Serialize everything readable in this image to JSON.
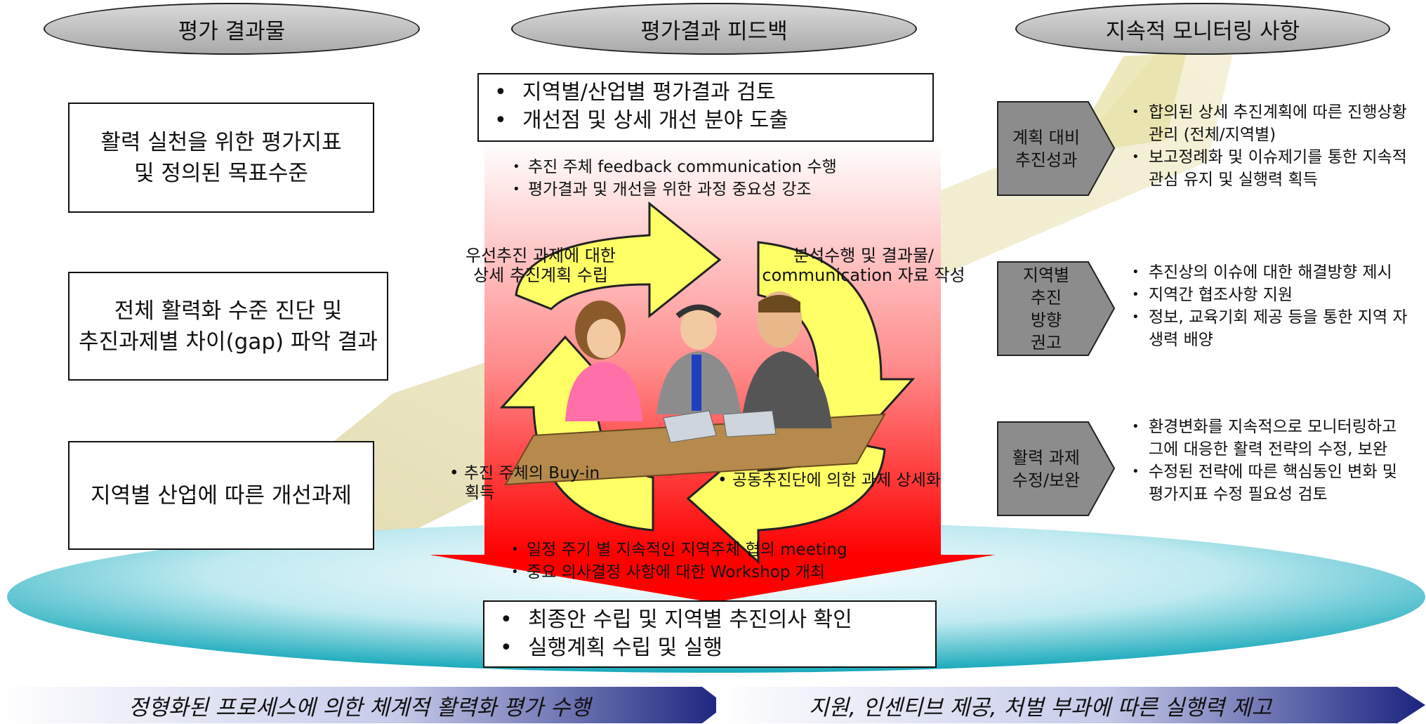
{
  "headers": {
    "left": "평가 결과물",
    "center": "평가결과 피드백",
    "right": "지속적 모니터링 사항"
  },
  "left_boxes": [
    {
      "line1": "활력 실천을 위한 평가지표",
      "line2": "및 정의된 목표수준"
    },
    {
      "line1": "전체 활력화 수준 진단 및",
      "line2": "추진과제별 차이(gap) 파악 결과"
    },
    {
      "line1": "지역별 산업에 따른 개선과제",
      "line2": ""
    }
  ],
  "center_top_box": [
    "지역별/산업별 평가결과 검토",
    "개선점 및 상세 개선 분야 도출"
  ],
  "center_top_notes": [
    "추진 주체 feedback communication 수행",
    "평가결과 및 개선을 위한 과정 중요성 강조"
  ],
  "cycle_labels": {
    "top_left_line1": "우선추진 과제에 대한",
    "top_left_line2": "상세 추진계획 수립",
    "top_right_line1": "분석수행 및 결과물/",
    "top_right_line2": "communication 자료 작성",
    "bottom_left_line1": "• 추진 주체의  Buy-in",
    "bottom_left_line2": "획득",
    "bottom_right": "• 공동추진단에 의한 과제  상세화"
  },
  "center_bottom_notes": [
    "일정 주기 별 지속적인 지역주체 협의 meeting",
    "중요 의사결정 사항에 대한 Workshop 개최"
  ],
  "center_bottom_box": [
    "최종안 수립 및 지역별 추진의사 확인",
    "실행계획 수립 및 실행"
  ],
  "right_sections": [
    {
      "tag_lines": [
        "계획 대비",
        "추진성과"
      ],
      "items": [
        "합의된 상세 추진계획에 따른 진행상황 관리 (전체/지역별)",
        "보고정례화 및 이슈제기를 통한 지속적 관심 유지 및 실행력 획득"
      ]
    },
    {
      "tag_lines": [
        "지역별",
        "추진",
        "방향",
        "권고"
      ],
      "items": [
        "추진상의 이슈에 대한 해결방향 제시",
        "지역간 협조사항 지원",
        "정보, 교육기회 제공 등을 통한 지역 자생력 배양"
      ]
    },
    {
      "tag_lines": [
        "활력 과제",
        "수정/보완"
      ],
      "items": [
        "환경변화를 지속적으로 모니터링하고 그에 대응한  활력 전략의 수정, 보완",
        "수정된 전략에 따른 핵심동인 변화 및 평가지표 수정 필요성 검토"
      ]
    }
  ],
  "footer": {
    "left": "정형화된 프로세스에 의한 체계적 활력화 평가 수행",
    "right": "지원, 인센티브 제공, 처벌 부과에 따른 실행력 제고"
  },
  "colors": {
    "header_oval": "#b8b8b8",
    "gray_tag": "#8c8c8c",
    "cycle_arrow": "#ffff66",
    "red_arrow": "#ff1a1a",
    "teal_ellipse": "#2bb3c2",
    "footer_arrow": "#1a237e"
  }
}
